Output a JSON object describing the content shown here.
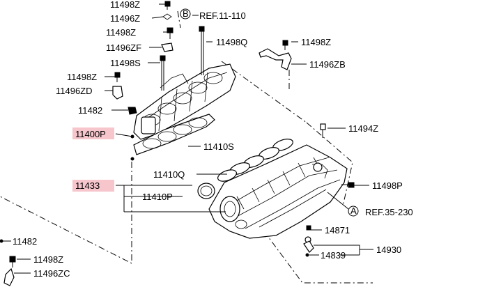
{
  "colors": {
    "highlight": "#f6c6cc",
    "ink": "#000000"
  },
  "labels": {
    "p11498Z_a": "11498Z",
    "p11496Z": "11496Z",
    "refB": "REF.11-110",
    "refB_badge": "B",
    "p11498Z_b": "11498Z",
    "p11498Q": "11498Q",
    "p11498Z_c": "11498Z",
    "p11496ZF": "11496ZF",
    "p11498S": "11498S",
    "p11496ZB": "11496ZB",
    "p11498Z_d": "11498Z",
    "p11496ZD": "11496ZD",
    "p11482_a": "11482",
    "p11400P": "11400P",
    "p11494Z": "11494Z",
    "p11410S": "11410S",
    "p11410Q": "11410Q",
    "p11433": "11433",
    "p11498P": "11498P",
    "p11410P": "11410P",
    "refA_badge": "A",
    "refA": "REF.35-230",
    "p14871": "14871",
    "p11482_b": "11482",
    "p14930": "14930",
    "p14839": "14839",
    "p11498Z_e": "11498Z",
    "p11496ZC": "11496ZC"
  }
}
